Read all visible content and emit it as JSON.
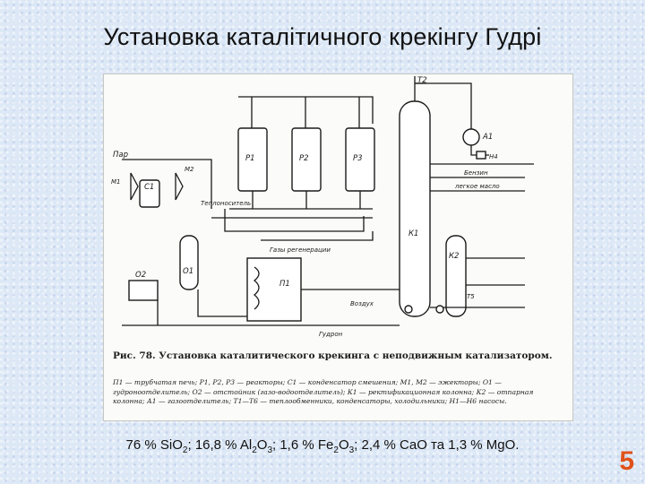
{
  "slide": {
    "title": "Установка каталітичного крекінгу Гудрі",
    "page_number": "5"
  },
  "figure": {
    "caption_title": "Рис. 78. Установка каталитического крекинга с неподвижным катализатором.",
    "caption_body": "П1 — трубчатая печь; Р1, Р2, Р3 — реакторы; С1 — конденсатор смешения; М1, М2 — эжекторы; О1 — гудроноотделитель; О2 — отстойник (газо-водоотделитель); К1 — ректификационная колонна; К2 — отпарная колонна; А1 — газоотделитель; Т1—Т6 — теплообменники, конденсаторы, холодильники; Н1—Н6 насосы.",
    "labels": {
      "r1": "Р1",
      "r2": "Р2",
      "r3": "Р3",
      "k1": "К1",
      "k2": "К2",
      "o1": "О1",
      "o2": "О2",
      "p1": "П1",
      "c1": "С1",
      "m1": "М1",
      "m2": "М2",
      "a1": "А1",
      "n4": "Н4",
      "par": "Пар",
      "t2": "Т2",
      "benzin": "Бензин",
      "legkoe_maslo": "легкое масло",
      "teplonositel": "Теплоноситель",
      "gaz_regeneracii": "Газы регенерации",
      "vozduh": "Воздух",
      "gudron": "Гудрон",
      "t5": "Т5"
    }
  },
  "composition": {
    "parts": [
      {
        "text": "76 % SiO",
        "sub": "2"
      },
      {
        "text": "; 16,8 % Al",
        "sub": "2"
      },
      {
        "text": "O",
        "sub": "3"
      },
      {
        "text": "; 1,6 % Fe",
        "sub": "2"
      },
      {
        "text": "O",
        "sub": "3"
      },
      {
        "text": "; 2,4 % CaO та 1,3 % MgO.",
        "sub": ""
      }
    ]
  }
}
